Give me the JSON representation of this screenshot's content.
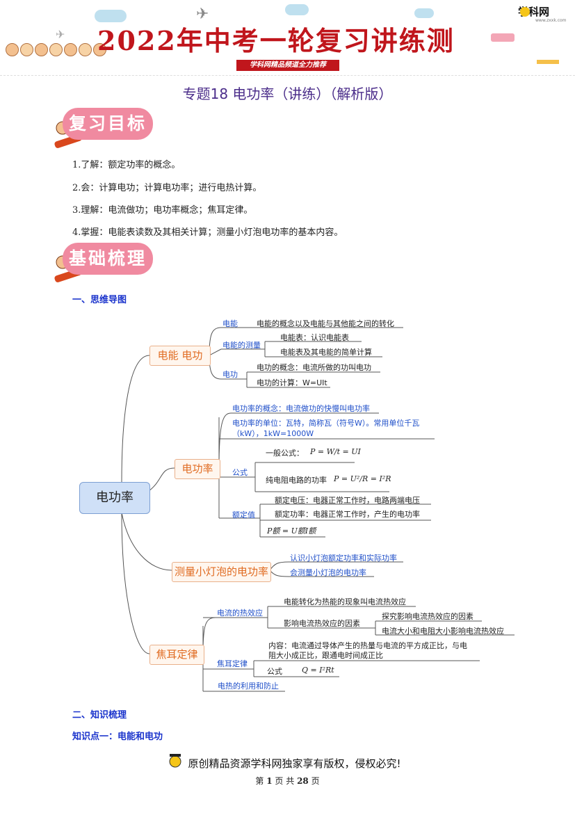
{
  "banner": {
    "title": "2022年中考一轮复习讲练测",
    "subtitle": "学科网精品频道全力推荐",
    "logo": "学科网",
    "logo_url": "www.zxxk.com"
  },
  "doc_title": "专题18   电功率（讲练）（解析版）",
  "sections": {
    "review_goal": "复习目标",
    "basics": "基础梳理"
  },
  "objectives": [
    "1.了解：额定功率的概念。",
    "2.会：计算电功；计算电功率；进行电热计算。",
    "3.理解：电流做功；电功率概念；焦耳定律。",
    "4.掌握：电能表读数及其相关计算；测量小灯泡电功率的基本内容。"
  ],
  "mindmap": {
    "heading": "一、思维导图",
    "center": "电功率",
    "b1": {
      "label": "电能  电功",
      "n_energy": "电能",
      "n_energy_desc": "电能的概念以及电能与其他能之间的转化",
      "n_measure": "电能的测量",
      "n_measure_a": "电能表：认识电能表",
      "n_measure_b": "电能表及其电能的简单计算",
      "n_work": "电功",
      "n_work_a": "电功的概念：电流所做的功叫电功",
      "n_work_b": "电功的计算：W=UIt"
    },
    "b2": {
      "label": "电功率",
      "concept": "电功率的概念：电流做功的快慢叫电功率",
      "unit_1": "电功率的单位：瓦特，简称瓦（符号W）。常用单位千瓦",
      "unit_2": "（kW），1kW=1000W",
      "formula": "公式",
      "formula_a_label": "一般公式：",
      "formula_a": "P = W/t = UI",
      "formula_b_label": "纯电阻电路的功率",
      "formula_b": "P = U²/R = I²R",
      "rated": "额定值",
      "rated_a": "额定电压：电器正常工作时，电路两端电压",
      "rated_b": "额定功率：电器正常工作时，产生的电功率",
      "rated_c": "P额 = U额I额"
    },
    "b3": {
      "label": "测量小灯泡的电功率",
      "a": "认识小灯泡额定功率和实际功率",
      "b": "会测量小灯泡的电功率"
    },
    "b4": {
      "label": "焦耳定律",
      "heat": "电流的热效应",
      "heat_a": "电能转化为热能的现象叫电流热效应",
      "heat_b": "影响电流热效应的因素",
      "heat_b1": "探究影响电流热效应的因素",
      "heat_b2": "电流大小和电阻大小影响电流热效应",
      "law": "焦耳定律",
      "law_content_1": "内容：电流通过导体产生的热量与电流的平方成正比，与电",
      "law_content_2": "阻大小成正比，跟通电时间成正比",
      "law_formula_label": "公式",
      "law_formula": "Q = I²Rt",
      "use": "电热的利用和防止"
    }
  },
  "knowledge_heading": "二、知识梳理",
  "knowledge_point": "知识点一：电能和电功",
  "footer": "原创精品资源学科网独家享有版权，侵权必究!",
  "page": {
    "prefix": "第",
    "current": "1",
    "mid": "页  共",
    "total": "28",
    "suffix": "页"
  }
}
